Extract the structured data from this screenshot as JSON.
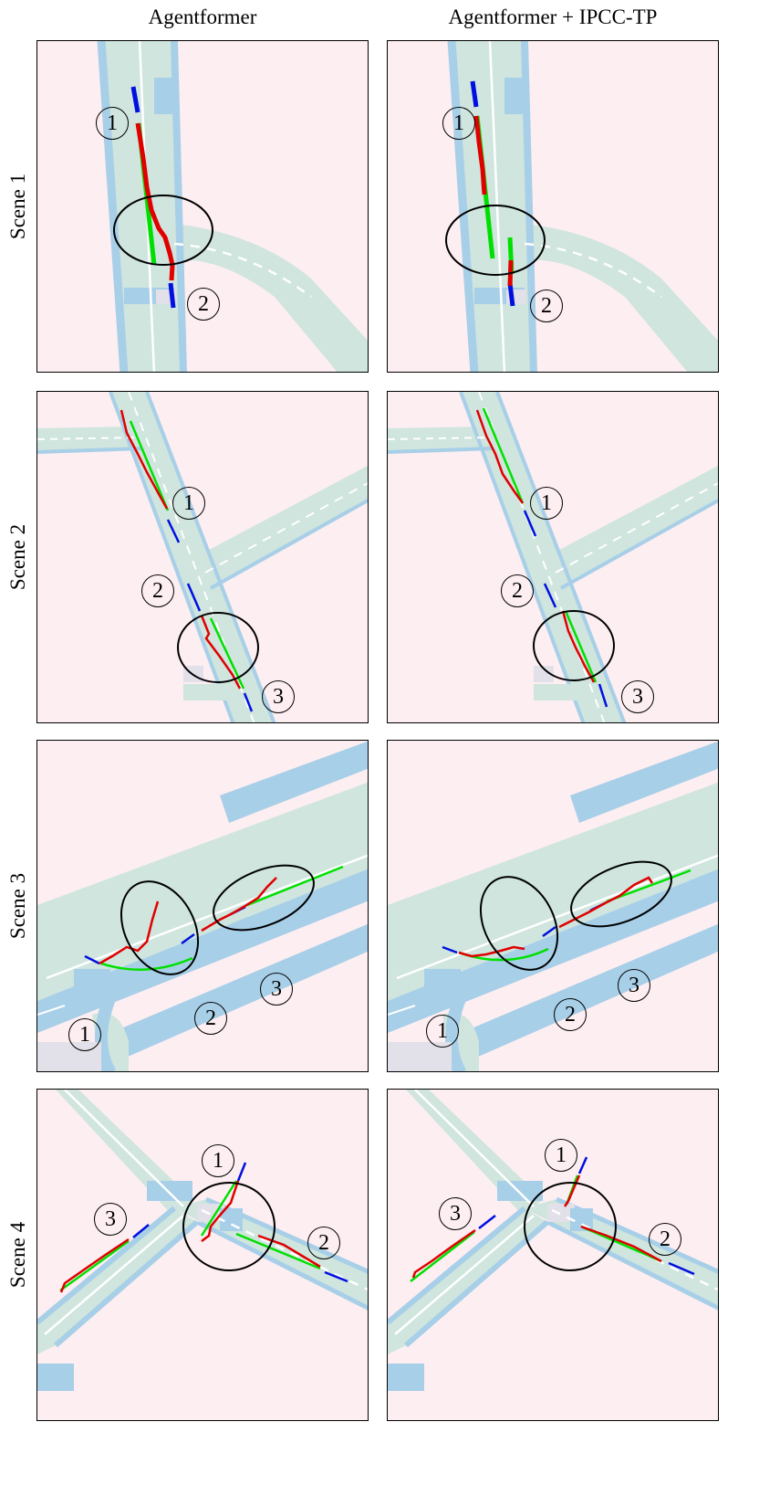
{
  "figure": {
    "columns": [
      {
        "title": "Agentformer"
      },
      {
        "title": "Agentformer + IPCC-TP"
      }
    ],
    "rows": [
      {
        "label": "Scene 1"
      },
      {
        "label": "Scene 2"
      },
      {
        "label": "Scene 3"
      },
      {
        "label": "Scene 4"
      }
    ],
    "agent_labels": [
      "1",
      "2",
      "3"
    ],
    "colors": {
      "background": "#fdeef1",
      "road": "#cfe5de",
      "lane_border": "#a8cfe8",
      "lane_marking": "#ffffff",
      "crossing": "#e2e0e8",
      "history": "#0010e0",
      "ground_truth": "#00e000",
      "prediction": "#e00000"
    }
  }
}
